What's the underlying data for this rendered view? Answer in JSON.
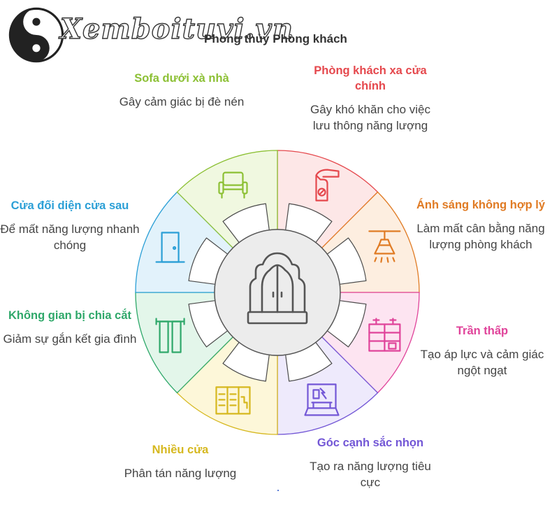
{
  "page": {
    "title": "Phong thủy Phòng khách"
  },
  "watermark": {
    "text": "Xemboituvi.vn"
  },
  "colors": {
    "hub_fill": "#ececec",
    "hub_stroke": "#555555",
    "icon_stroke": "#333333"
  },
  "center": {
    "icon": "wardrobe-icon"
  },
  "segments": [
    {
      "id": "phong-khach-xa-cua-chinh",
      "title": "Phòng khách xa cửa chính",
      "description": "Gây khó khăn cho việc lưu thông năng lượng",
      "color": "#e5484d",
      "fill": "#fde7e7",
      "icon": "door-handle-icon"
    },
    {
      "id": "anh-sang-khong-hop-ly",
      "title": "Ánh sáng không hợp lý",
      "description": "Làm mất cân bằng năng lượng phòng khách",
      "color": "#e07b24",
      "fill": "#fdeee0",
      "icon": "ceiling-lamp-icon"
    },
    {
      "id": "tran-thap",
      "title": "Trần thấp",
      "description": "Tạo áp lực và cảm giác ngột ngạt",
      "color": "#e0439a",
      "fill": "#fde4f1",
      "icon": "low-ceiling-shelf-icon"
    },
    {
      "id": "goc-canh-sac-nhon",
      "title": "Góc cạnh sắc nhọn",
      "description": "Tạo ra năng lượng tiêu cực",
      "color": "#7357d6",
      "fill": "#eeeafc",
      "icon": "sharp-corner-icon"
    },
    {
      "id": "nhieu-cua",
      "title": "Nhiều cửa",
      "description": "Phân tán năng lượng",
      "color": "#d6b81f",
      "fill": "#fdf7d9",
      "icon": "many-doors-icon"
    },
    {
      "id": "khong-gian-bi-chia-cat",
      "title": "Không gian bị chia cắt",
      "description": "Giảm sự gắn kết gia đình",
      "color": "#2fa86a",
      "fill": "#e3f6ea",
      "icon": "curtain-partition-icon"
    },
    {
      "id": "cua-doi-dien-cua-sau",
      "title": "Cửa đối diện cửa sau",
      "description": "Để mất năng lượng nhanh chóng",
      "color": "#2b9fd6",
      "fill": "#e2f2fb",
      "icon": "door-icon"
    },
    {
      "id": "sofa-duoi-xa-nha",
      "title": "Sofa dưới xà nhà",
      "description": "Gây cảm giác bị đè nén",
      "color": "#8cc034",
      "fill": "#f0f8e0",
      "icon": "sofa-icon"
    }
  ]
}
